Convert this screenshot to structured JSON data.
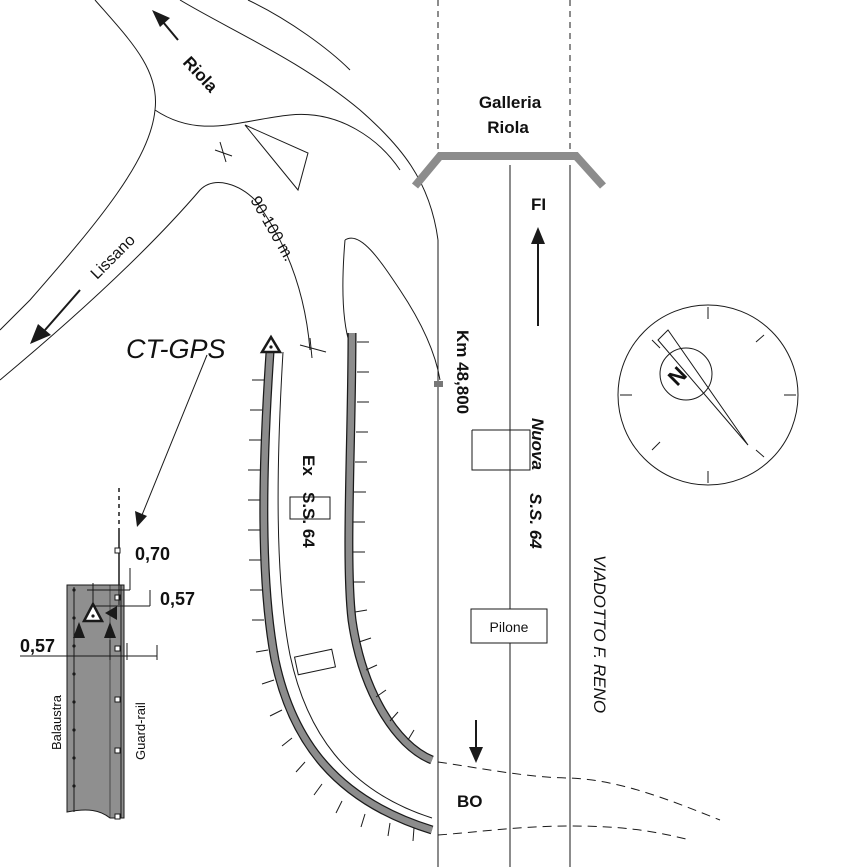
{
  "map": {
    "directions": {
      "riola": "Riola",
      "lissano": "Lissano",
      "fi": "FI",
      "bo": "BO"
    },
    "labels": {
      "galleria": [
        "Galleria",
        "Riola"
      ],
      "distance": "90-100 m.",
      "station": "CT-GPS",
      "km": [
        "Km 48,800"
      ],
      "ex_road": [
        "Ex",
        "S.S. 64"
      ],
      "nuova_road": [
        "Nuova",
        "S.S. 64"
      ],
      "viaduct": "VIADOTTO F. RENO",
      "pilone": "Pilone"
    },
    "detail": {
      "dim_top": "0,70",
      "dim_right": "0,57",
      "dim_left": "0,57",
      "balaustra": "Balaustra",
      "guard_rail": "Guard-rail"
    },
    "compass": {
      "north": "N"
    },
    "colors": {
      "line": "#1a1a1a",
      "barrier": "#8c8c8c",
      "detail_fill": "#8f8f8f"
    }
  }
}
